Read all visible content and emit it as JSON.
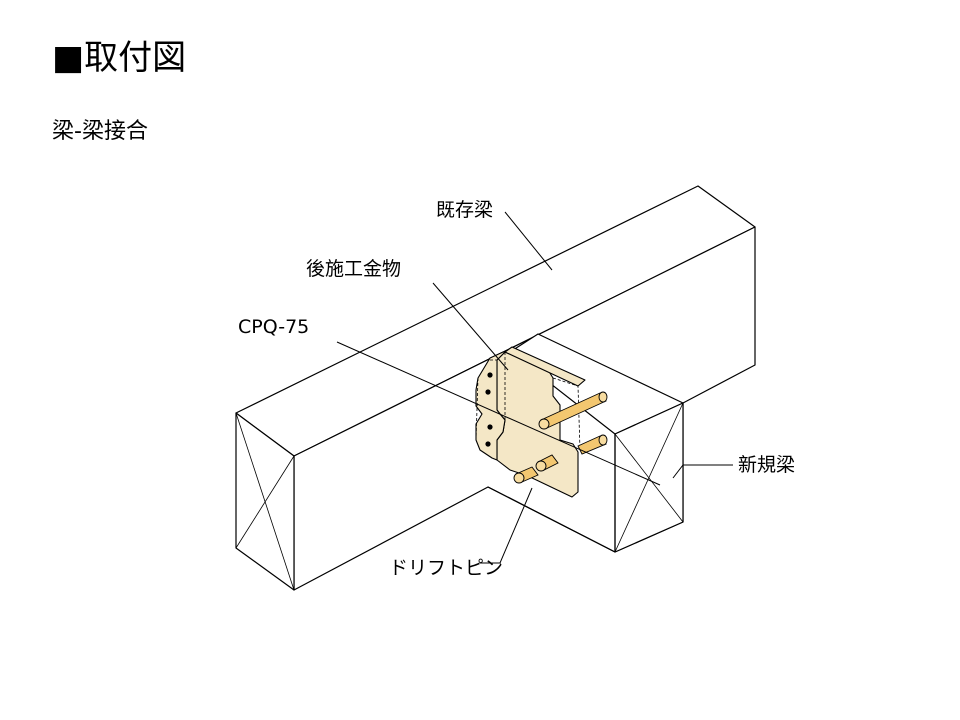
{
  "header": {
    "title": "■取付図",
    "subtitle": "梁-梁接合"
  },
  "diagram": {
    "labels": {
      "existing_beam": "既存梁",
      "post_install_hardware": "後施工金物",
      "model": "CPQ-75",
      "new_beam": "新規梁",
      "drift_pin": "ドリフトピン"
    },
    "colors": {
      "plate": "#f4e7c6",
      "pin": "#f3c770",
      "line": "#000000"
    }
  }
}
